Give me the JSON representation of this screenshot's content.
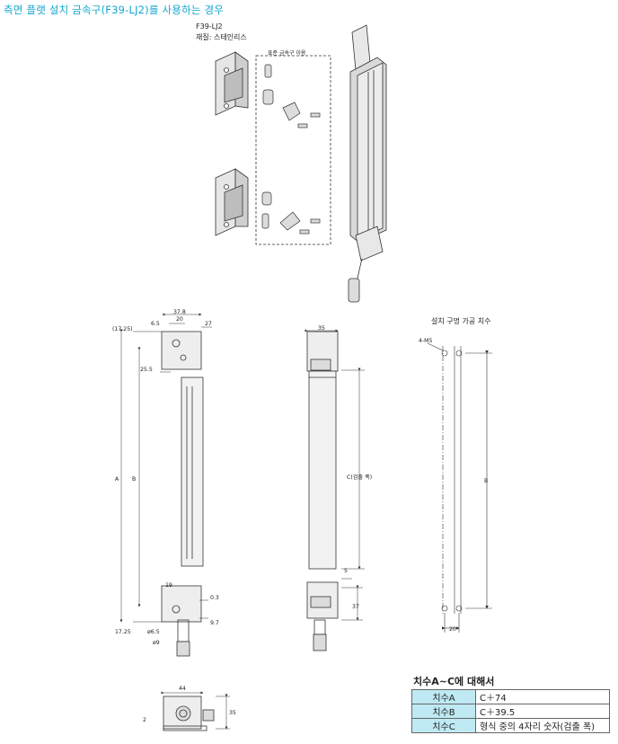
{
  "title": "측면 플랫 설치 금속구(F39-LJ2)를 사용하는 경우",
  "bracket": {
    "model": "F39-LJ2",
    "material": "재질: 스테인리스",
    "std_parts": "표준 금속구 이용"
  },
  "front_dims": {
    "d17_25_top": "(17.25)",
    "d37_8": "37.8",
    "d6_5": "6.5",
    "d20": "20",
    "d27": "27",
    "d25_5": "25.5",
    "A": "A",
    "B": "B",
    "d19": "19",
    "d0_3": "0.3",
    "d9_7": "9.7",
    "d17_25_bot": "17.25",
    "phi6_5": "ø6.5",
    "phi9": "ø9"
  },
  "side_dims": {
    "d35": "35",
    "C": "C(검출 폭)",
    "d5": "5",
    "d37": "37"
  },
  "mount": {
    "title": "설치 구멍 가공 치수",
    "m5": "4-M5",
    "B": "B",
    "d20": "20"
  },
  "bottom_dims": {
    "d44": "44",
    "d35": "35",
    "d2": "2"
  },
  "table": {
    "heading": "치수A~C에 대해서",
    "rows": [
      {
        "key": "치수A",
        "value": "C＋74"
      },
      {
        "key": "치수B",
        "value": "C＋39.5"
      },
      {
        "key": "치수C",
        "value": "형식 중의 4자리 숫자(검출 폭)"
      }
    ]
  }
}
